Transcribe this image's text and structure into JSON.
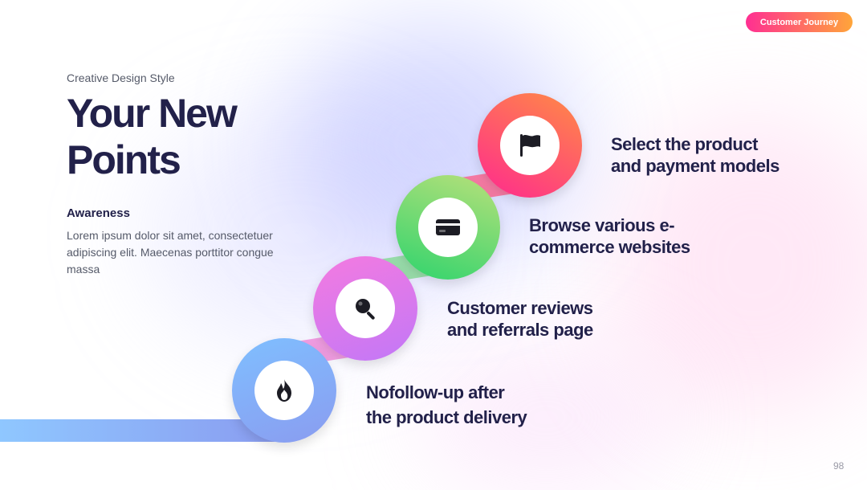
{
  "badge": "Customer Journey",
  "subtitle": "Creative Design Style",
  "title": {
    "line1": "Your New",
    "line2": "Points"
  },
  "awareness": {
    "label": "Awareness",
    "text": "Lorem ipsum dolor sit amet, consectetuer adipiscing elit. Maecenas porttitor congue massa"
  },
  "steps": [
    {
      "icon": "fire-icon",
      "line1": "Nofollow-up after",
      "line2": "the product delivery",
      "colors": [
        "#7fbfff",
        "#8a9cf0"
      ]
    },
    {
      "icon": "search-icon",
      "line1": "Customer reviews",
      "line2": "and referrals page",
      "colors": [
        "#f47ae0",
        "#c278f7"
      ]
    },
    {
      "icon": "credit-card-icon",
      "line1": "Browse various e-",
      "line2": "commerce websites",
      "colors": [
        "#2fd46d",
        "#b8e07a"
      ]
    },
    {
      "icon": "flag-icon",
      "line1": "Select the product",
      "line2": "and payment models",
      "colors": [
        "#ff2a8e",
        "#ff8b45"
      ]
    }
  ],
  "page_number": "98"
}
